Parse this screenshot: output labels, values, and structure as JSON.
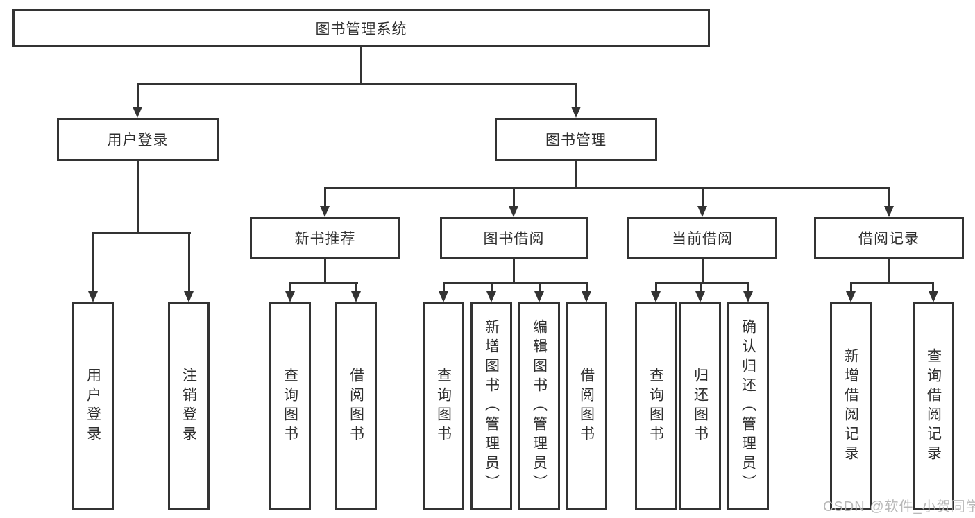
{
  "diagram": {
    "title": "图书管理系统",
    "level2": {
      "user_login": "用户登录",
      "book_mgmt": "图书管理"
    },
    "level3": {
      "new_books": "新书推荐",
      "book_borrow": "图书借阅",
      "current_borrow": "当前借阅",
      "borrow_records": "借阅记录"
    },
    "leaves": {
      "user_login": [
        "用户登录",
        "注销登录"
      ],
      "new_books": [
        "查询图书",
        "借阅图书"
      ],
      "book_borrow": [
        "查询图书",
        "新增图书（管理员）",
        "编辑图书（管理员）",
        "借阅图书"
      ],
      "current_borrow": [
        "查询图书",
        "归还图书",
        "确认归还（管理员）"
      ],
      "borrow_records": [
        "新增借阅记录",
        "查询借阅记录"
      ]
    }
  },
  "watermark": {
    "text": "CSDN @软件_小贺同学"
  },
  "colors": {
    "border": "#333333",
    "line": "#333333",
    "text": "#2f2f2f",
    "background": "#ffffff",
    "watermark": "#b8b8b8"
  }
}
